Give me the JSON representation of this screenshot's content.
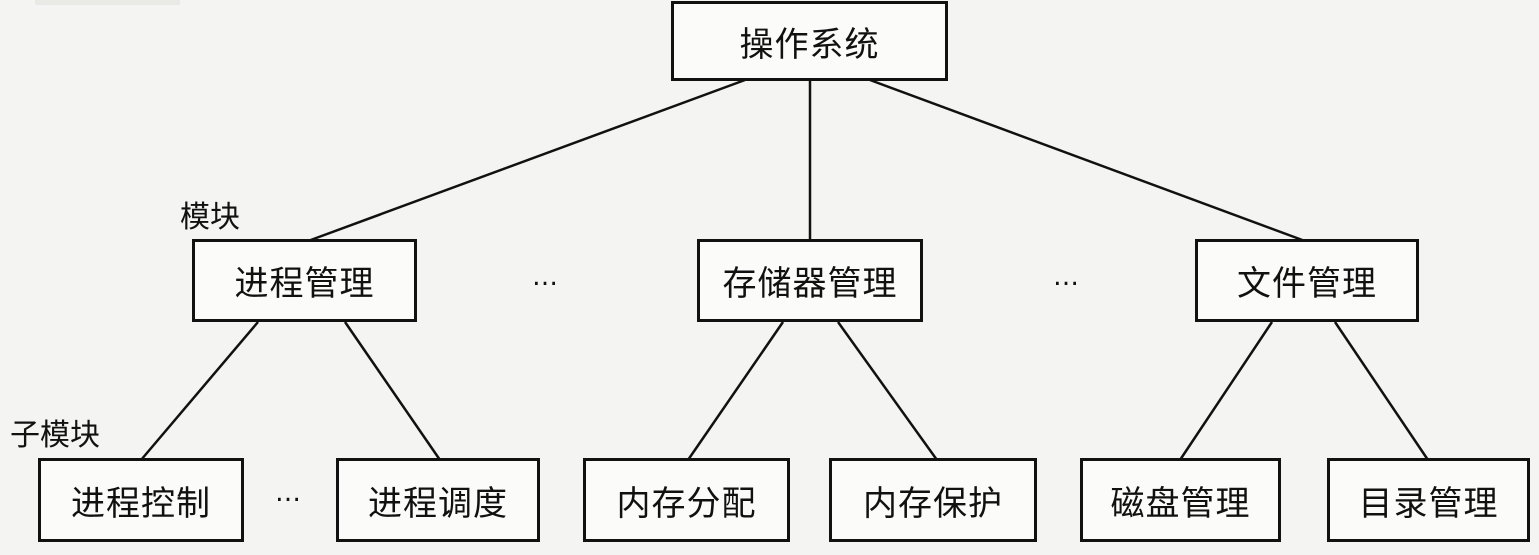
{
  "diagram": {
    "levels": {
      "module_label": "模块",
      "submodule_label": "子模块"
    },
    "root": {
      "label": "操作系统"
    },
    "modules": [
      {
        "label": "进程管理",
        "children": [
          {
            "label": "进程控制"
          },
          {
            "label": "进程调度"
          }
        ],
        "children_ellipsis": "…"
      },
      {
        "label": "存储器管理",
        "children": [
          {
            "label": "内存分配"
          },
          {
            "label": "内存保护"
          }
        ]
      },
      {
        "label": "文件管理",
        "children": [
          {
            "label": "磁盘管理"
          },
          {
            "label": "目录管理"
          }
        ]
      }
    ],
    "module_ellipses": [
      "…",
      "…"
    ],
    "colors": {
      "stroke": "#111111",
      "box_fill": "#fbfbfa",
      "background": "#f4f4f2"
    }
  }
}
